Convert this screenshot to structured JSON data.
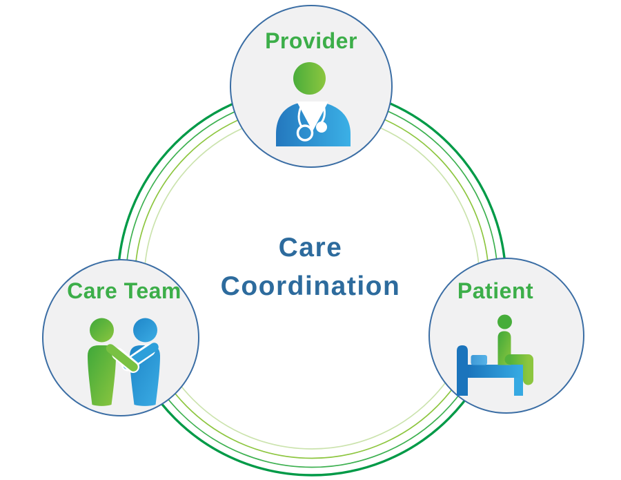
{
  "title": {
    "line1": "Care",
    "line2": "Coordination"
  },
  "nodes": [
    {
      "label": "Provider",
      "icon": "doctor-icon"
    },
    {
      "label": "Care Team",
      "icon": "handshake-team-icon"
    },
    {
      "label": "Patient",
      "icon": "patient-in-bed-icon"
    }
  ],
  "colors": {
    "label_green": "#3cae49",
    "title_blue": "#2d6b9d",
    "node_fill": "#f1f1f2",
    "node_border": "#3a6da4",
    "ring_outer_dark_green": "#009a47",
    "ring_medium_green": "#3cb04f",
    "ring_yellow_green": "#8dc63f",
    "ring_pale_green": "#cbe3ad",
    "icon_blue_dark": "#1b74bc",
    "icon_blue_light": "#36ace4",
    "icon_green_dark": "#3fa83a",
    "icon_green_light": "#8cc63f"
  }
}
